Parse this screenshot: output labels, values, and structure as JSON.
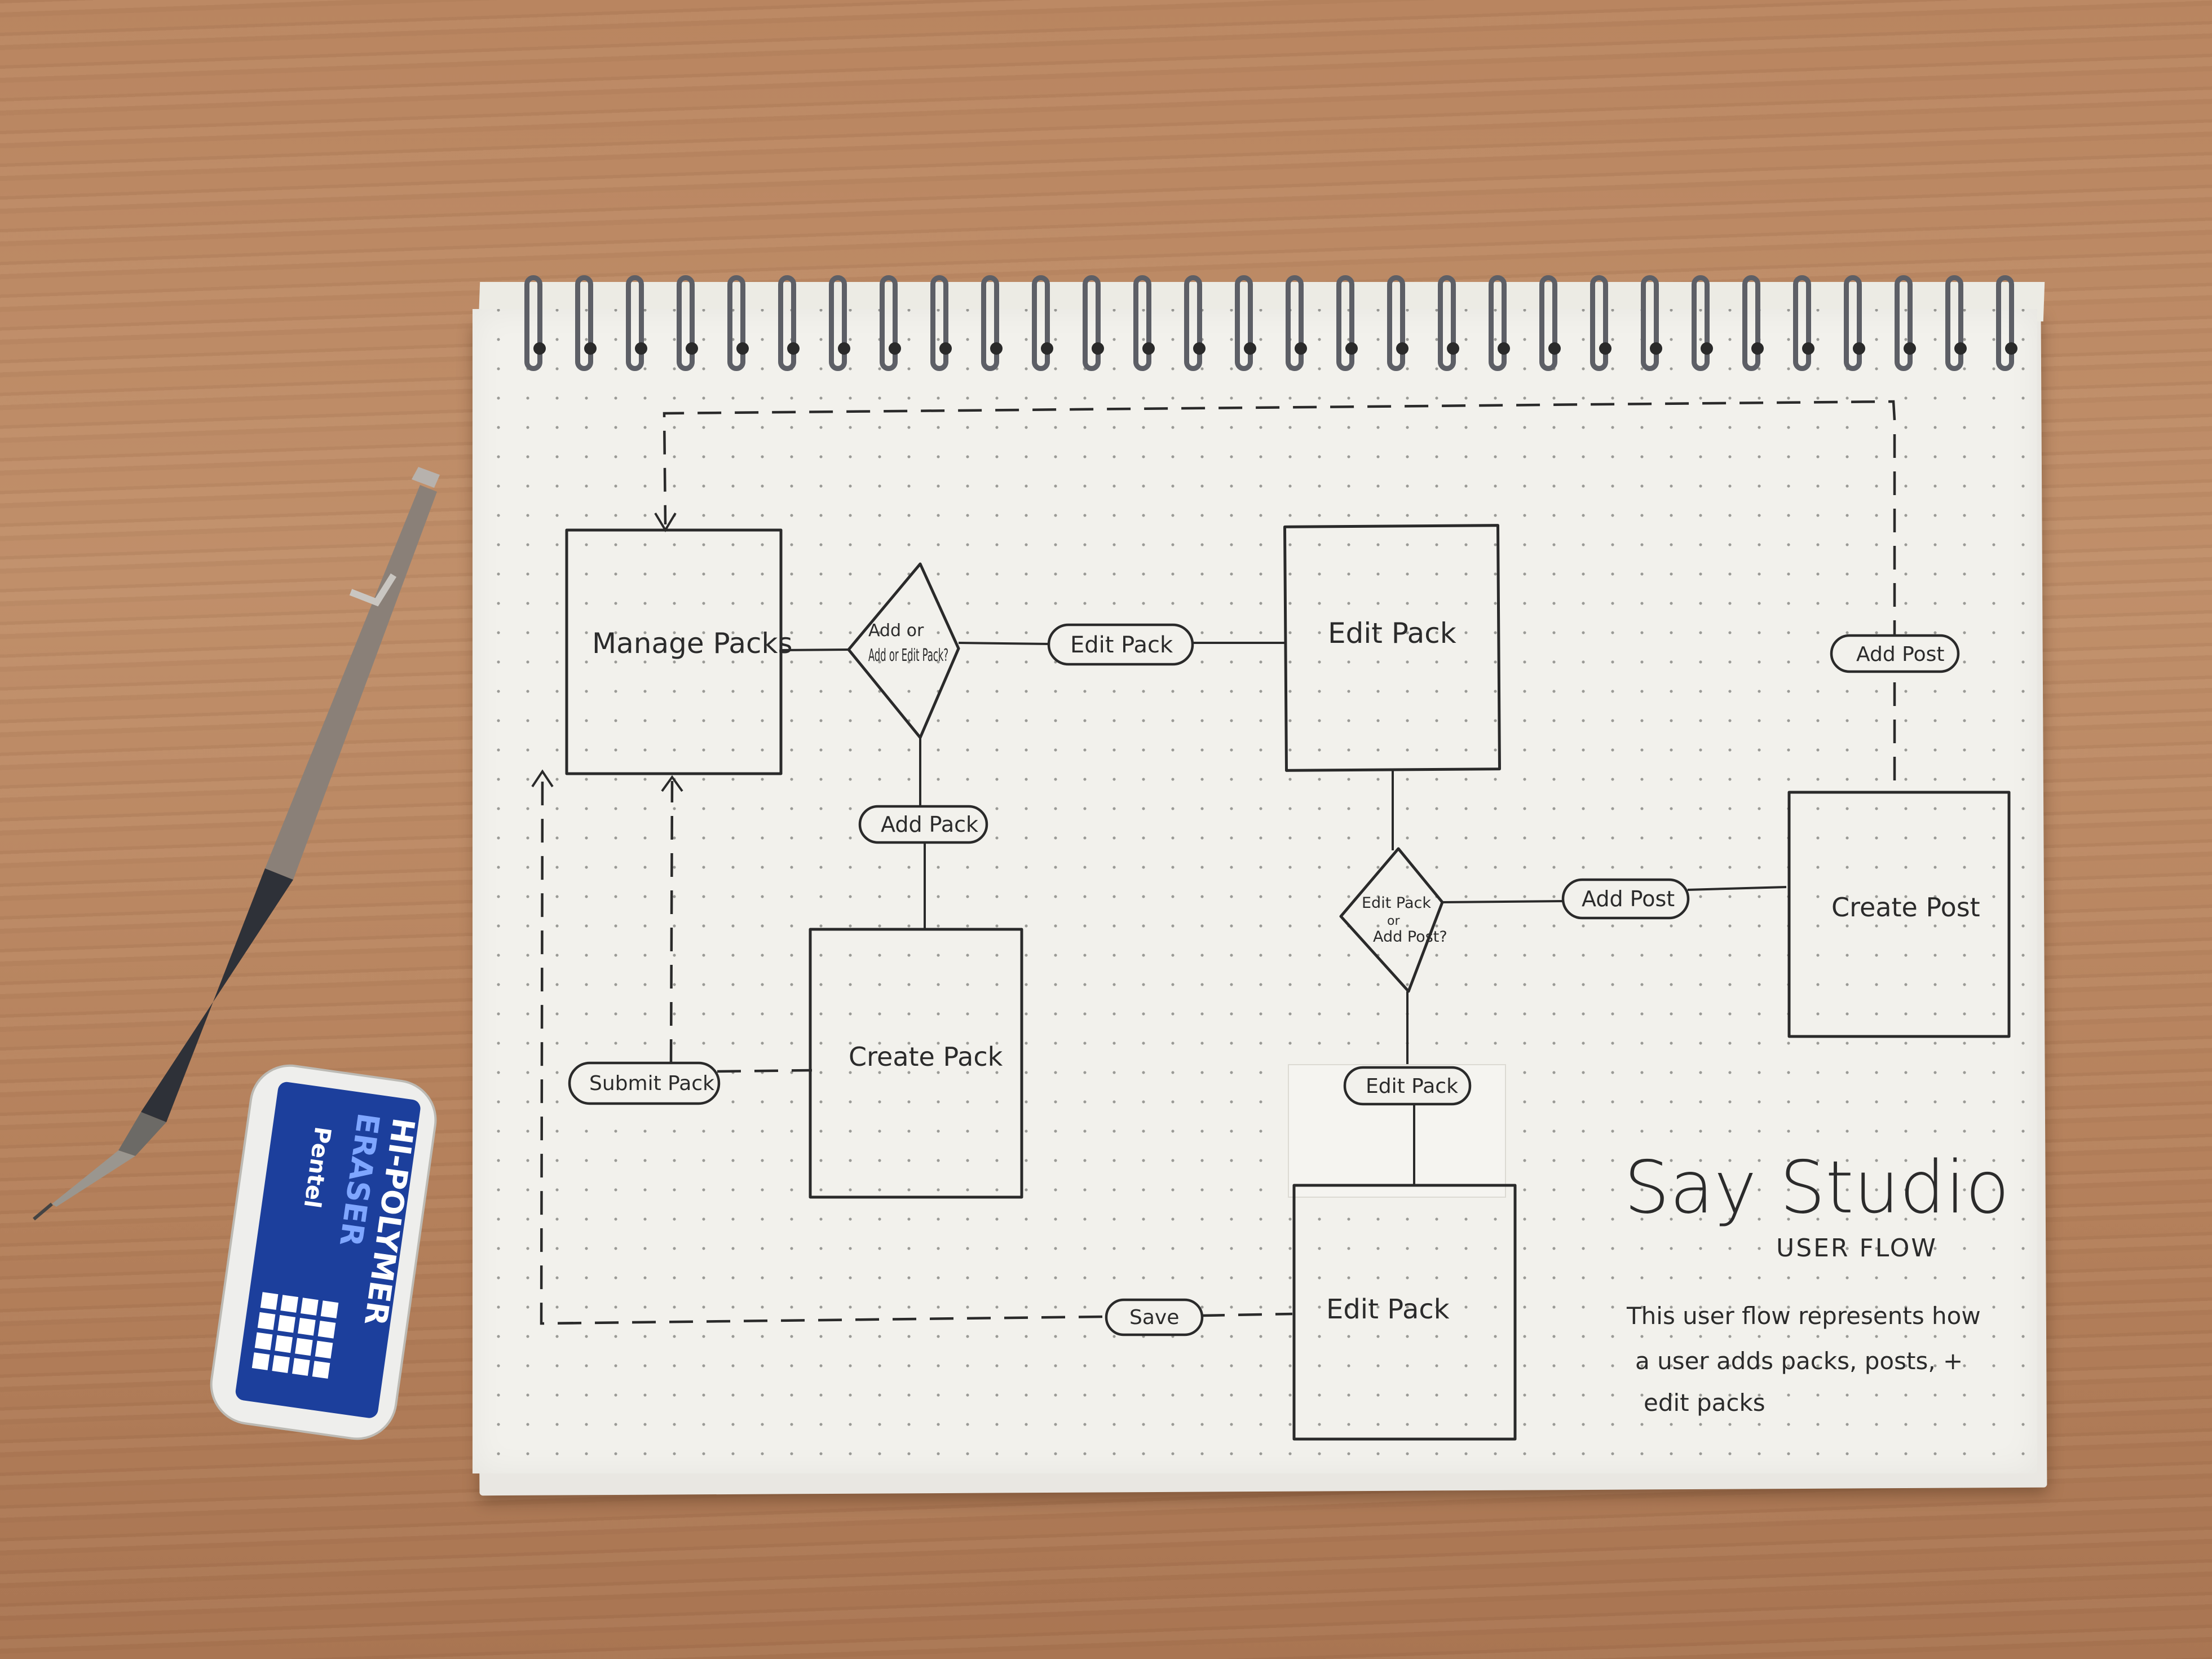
{
  "diagram": {
    "nodes": {
      "manage_packs": "Manage Packs",
      "decision_add_edit": "Add or Edit Pack?",
      "edit_pack_top": "Edit Pack",
      "create_pack": "Create Pack",
      "decision_pack_post_1": "Edit Pack",
      "decision_pack_post_2": "or",
      "decision_pack_post_3": "Add Post?",
      "create_post": "Create Post",
      "edit_pack_bottom": "Edit Pack"
    },
    "edges": {
      "edit_pack": "Edit Pack",
      "add_pack": "Add Pack",
      "add_post_right": "Add Post",
      "add_post_top": "Add Post",
      "submit_pack": "Submit Pack",
      "edit_pack_down": "Edit Pack",
      "save": "Save"
    },
    "title": "Say Studio",
    "subtitle": "USER FLOW",
    "description_1": "This user flow represents how",
    "description_2": "a user adds packs, posts, +",
    "description_3": "edit packs"
  },
  "eraser": {
    "brand_line_1": "HI-POLYMER",
    "brand_line_2": "ERASER",
    "maker": "Pentel"
  },
  "colors": {
    "desk": "#b98560",
    "paper": "#f2f1ec",
    "ink": "#2a2a2a",
    "eraser_blue": "#1c3f9c"
  }
}
